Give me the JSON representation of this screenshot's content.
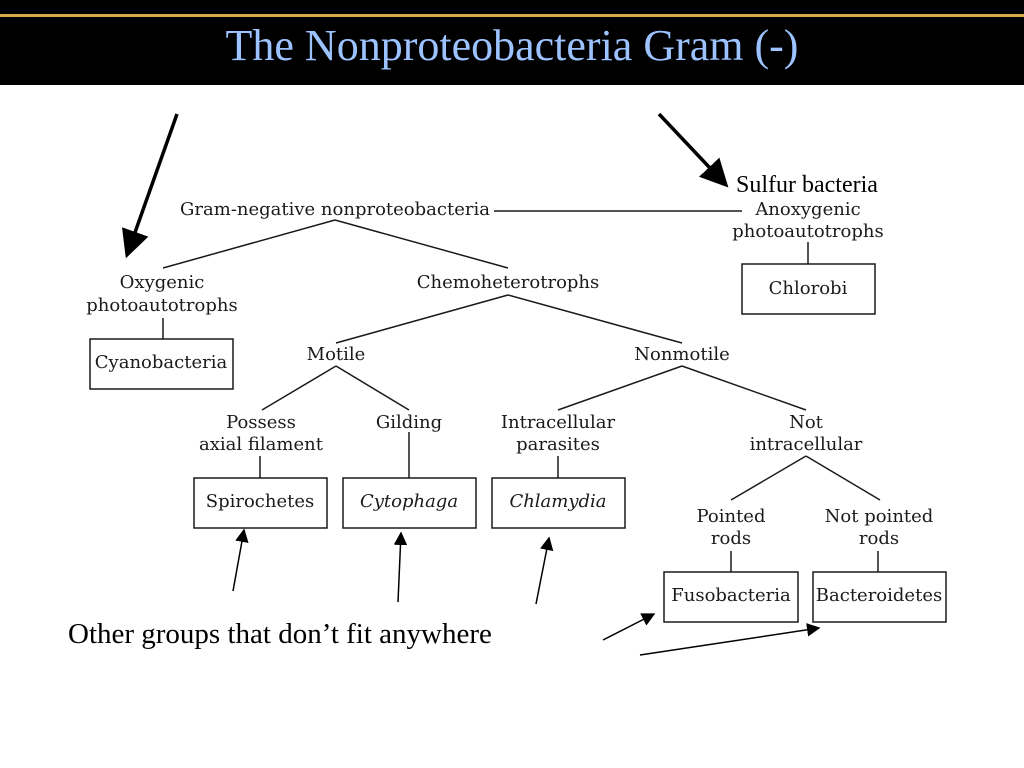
{
  "slide": {
    "title": "The Nonproteobacteria Gram (-)",
    "title_color": "#9cc3ff",
    "title_rule_color": "#d9a94a"
  },
  "tree": {
    "root": "Gram-negative nonproteobacteria",
    "anoxygenic": [
      "Anoxygenic",
      "photoautotrophs"
    ],
    "oxygenic": [
      "Oxygenic",
      "photoautotrophs"
    ],
    "chemoheterotrophs": "Chemoheterotrophs",
    "motile": "Motile",
    "nonmotile": "Nonmotile",
    "axial": [
      "Possess",
      "axial filament"
    ],
    "gliding": "Gilding",
    "intracellular": [
      "Intracellular",
      "parasites"
    ],
    "not_intracellular": [
      "Not",
      "intracellular"
    ],
    "pointed": [
      "Pointed",
      "rods"
    ],
    "not_pointed": [
      "Not pointed",
      "rods"
    ]
  },
  "boxes": {
    "chlorobi": "Chlorobi",
    "cyanobacteria": "Cyanobacteria",
    "spirochetes": "Spirochetes",
    "cytophaga": "Cytophaga",
    "chlamydia": "Chlamydia",
    "fusobacteria": "Fusobacteria",
    "bacteroidetes": "Bacteroidetes"
  },
  "annotations": {
    "sulfur": "Sulfur bacteria",
    "other": "Other groups that don’t fit anywhere"
  }
}
